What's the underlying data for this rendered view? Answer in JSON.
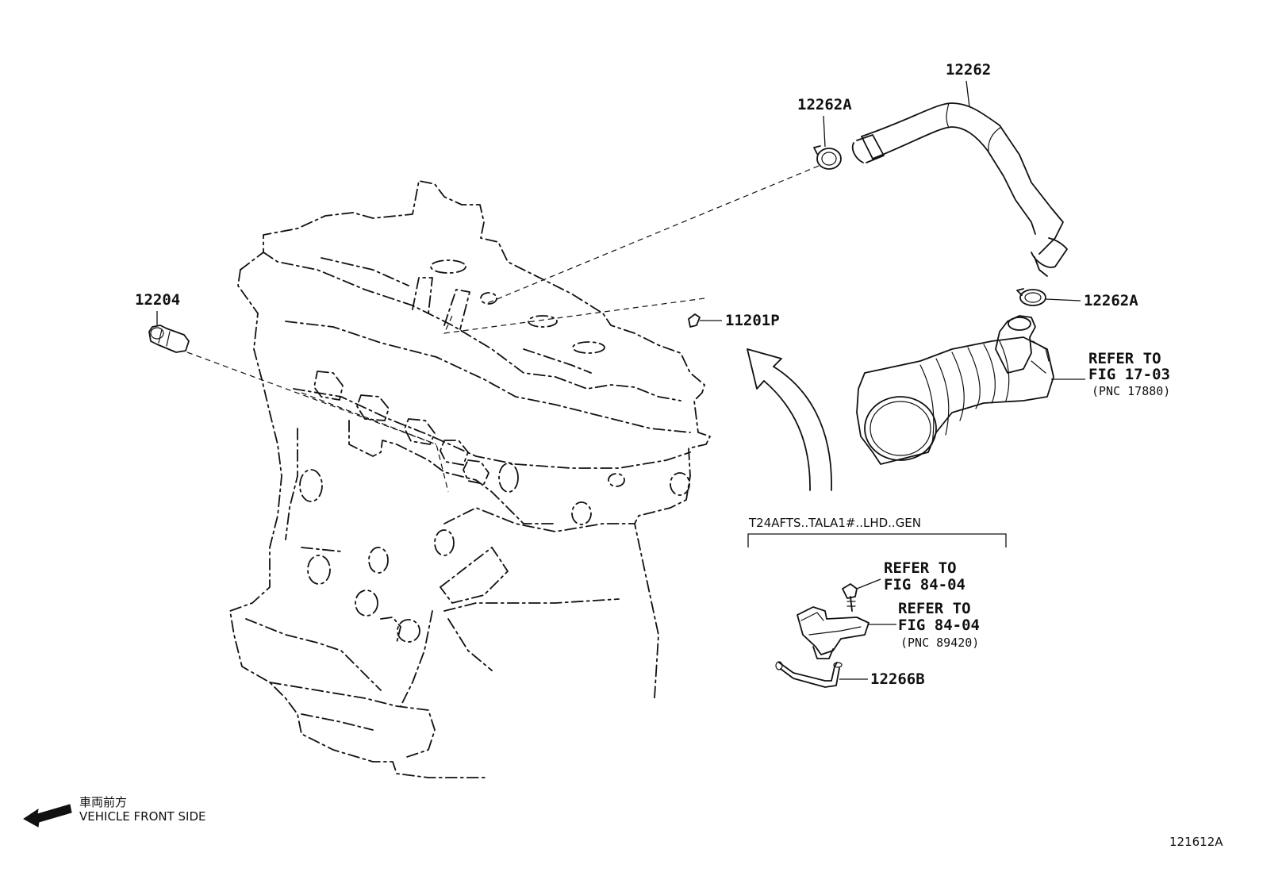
{
  "parts": {
    "hose_upper": "12262",
    "clamp_top": "12262A",
    "clamp_right": "12262A",
    "plug": "12204",
    "cap": "11201P",
    "hose_lower": "12266B"
  },
  "refer_air_cleaner": {
    "line1": "REFER TO",
    "line2": "FIG 17-03",
    "line3": "(PNC 17880)"
  },
  "refer_bolt": {
    "line1": "REFER TO",
    "line2": "FIG 84-04"
  },
  "refer_bracket": {
    "line1": "REFER TO",
    "line2": "FIG 84-04",
    "line3": "(PNC 89420)"
  },
  "variant_code": "T24AFTS..TALA1#..LHD..GEN",
  "orientation": {
    "jp": "車両前方",
    "en": "VEHICLE FRONT SIDE"
  },
  "figure_id": "121612A"
}
